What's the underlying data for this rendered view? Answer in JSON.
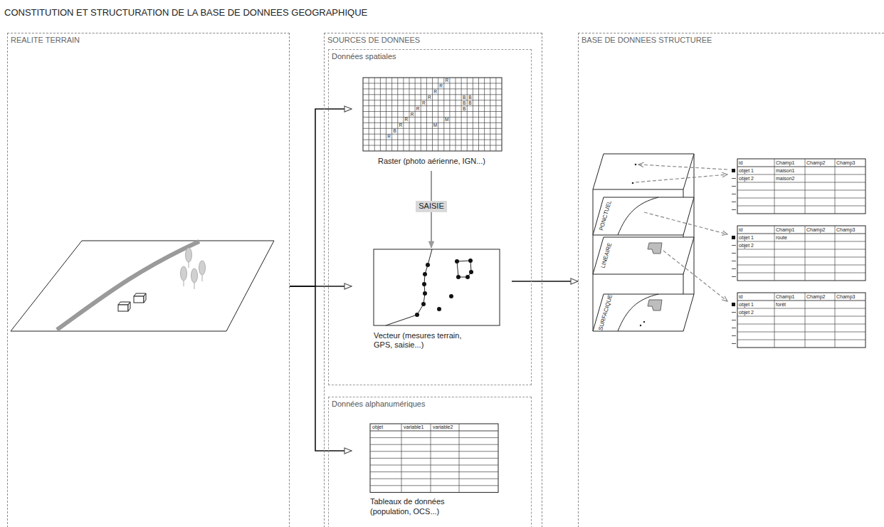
{
  "diagram": {
    "title": "CONSTITUTION ET STRUCTURATION DE LA BASE DE DONNEES GEOGRAPHIQUE",
    "nodes": [
      {
        "text": [
          "REALITE TERRAIN"
        ]
      },
      {
        "text": [
          "SOURCES DE DONNEES"
        ]
      },
      {
        "text": [
          "Données spatiales"
        ],
        "in": 1
      },
      {
        "text": [
          "Raster (photo aérienne, IGN...)",
          "R",
          "R",
          "R",
          "R",
          "B",
          "B",
          "R",
          "B",
          "B",
          "R",
          "B",
          "R",
          "R",
          "M",
          "R",
          "M",
          "B",
          "R"
        ],
        "in": 2
      },
      {
        "text": [
          "Vecteur (mesures terrain, GPS, saisie...)"
        ],
        "in": 2
      },
      {
        "text": [
          "Données alphanumériques"
        ],
        "in": 1
      },
      {
        "text": [
          "Tableaux de données (population, OCS...)",
          "objet",
          "variable1",
          "variable2"
        ],
        "in": 5
      },
      {
        "text": [
          "BASE DE DONNEES STRUCTUREE"
        ]
      },
      {
        "text": [
          "id",
          "Champ1",
          "Champ2",
          "Champ3",
          "objet 1",
          "maison1",
          "objet 2",
          "maison2"
        ],
        "in": 7
      },
      {
        "text": [
          "id",
          "Champ1",
          "Champ2",
          "Champ3",
          "objet 1",
          "route",
          "objet 2"
        ],
        "in": 7
      },
      {
        "text": [
          "id",
          "Champ1",
          "Champ2",
          "Champ3",
          "objet 1",
          "forêt",
          "objet 2"
        ],
        "in": 7
      }
    ],
    "edges": [
      {
        "from": 0,
        "to": 3,
        "arrow": "to"
      },
      {
        "from": 0,
        "to": 4,
        "arrow": "to"
      },
      {
        "from": 0,
        "to": 6,
        "arrow": "to"
      },
      {
        "from": 3,
        "to": 4,
        "label": "SAISIE",
        "arrow": "to"
      },
      {
        "from": 4,
        "to": 7,
        "arrow": "to"
      }
    ],
    "labels": [
      "PONCTUEL",
      "LINEAIRE",
      "SURFACIQUE"
    ]
  }
}
